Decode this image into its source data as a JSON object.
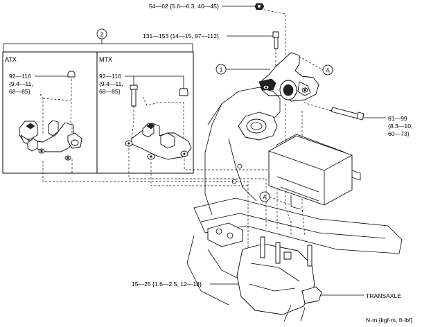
{
  "callouts": {
    "c1": "1",
    "c2": "2",
    "cA": "A"
  },
  "insets": {
    "atx_title": "ATX",
    "mtx_title": "MTX",
    "atx_torque": [
      "92—116",
      "{9.4—11,",
      "68—85}"
    ],
    "mtx_torque": [
      "92—116",
      "{9.4—11,",
      "68—85}"
    ]
  },
  "torques": {
    "nut_top": "54—62 {5.6—6.3, 40—45}",
    "bolt_upper": "131—153 {14—15, 97—112}",
    "bolt_side": [
      "81—99",
      "{8.3—10,",
      "60—73}"
    ],
    "bottom": "15—25 {1.6—2.5, 12—18}"
  },
  "labels": {
    "transaxle": "TRANSAXLE",
    "units": "N·m {kgf·m, ft·lbf}"
  }
}
